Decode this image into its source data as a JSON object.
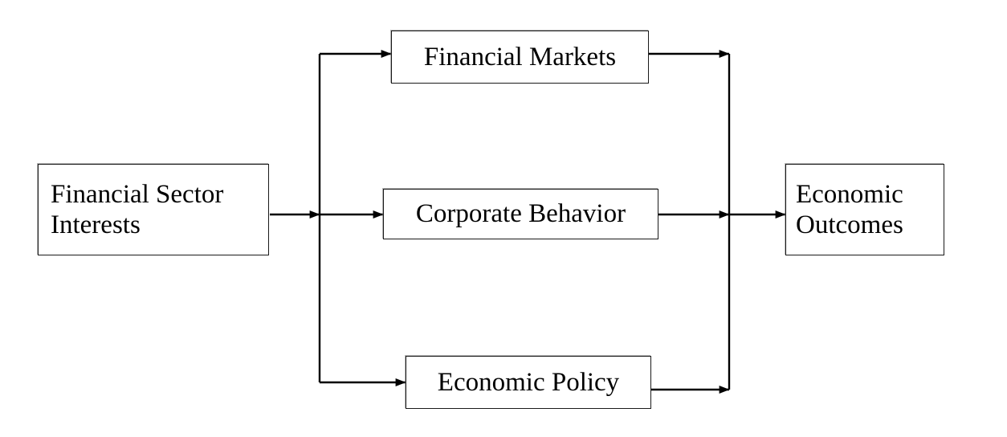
{
  "diagram": {
    "type": "flow-diagram",
    "background_color": "#ffffff",
    "line_color": "#000000",
    "box_border_color": "#1a1a1a",
    "box_fill_color": "#ffffff",
    "text_color": "#000000",
    "nodes": [
      {
        "id": "financial-sector-interests",
        "label": "Financial Sector\nInterests",
        "role": "source",
        "column": "left",
        "text_align": "left",
        "lines": [
          "Financial Sector",
          "Interests"
        ]
      },
      {
        "id": "financial-markets",
        "label": "Financial Markets",
        "role": "channel",
        "column": "middle",
        "text_align": "center",
        "lines": [
          "Financial Markets"
        ]
      },
      {
        "id": "corporate-behavior",
        "label": "Corporate Behavior",
        "role": "channel",
        "column": "middle",
        "text_align": "center",
        "lines": [
          "Corporate Behavior"
        ]
      },
      {
        "id": "economic-policy",
        "label": "Economic Policy",
        "role": "channel",
        "column": "middle",
        "text_align": "center",
        "lines": [
          "Economic Policy"
        ]
      },
      {
        "id": "economic-outcomes",
        "label": "Economic\nOutcomes",
        "role": "sink",
        "column": "right",
        "text_align": "left",
        "lines": [
          "Economic",
          "Outcomes"
        ]
      }
    ],
    "edges": [
      {
        "from": "financial-sector-interests",
        "to": "left-bus",
        "arrow": true
      },
      {
        "from": "left-bus",
        "to": "financial-markets",
        "arrow": true
      },
      {
        "from": "left-bus",
        "to": "corporate-behavior",
        "arrow": true
      },
      {
        "from": "left-bus",
        "to": "economic-policy",
        "arrow": true
      },
      {
        "from": "financial-markets",
        "to": "right-bus",
        "arrow": true
      },
      {
        "from": "corporate-behavior",
        "to": "right-bus",
        "arrow": true
      },
      {
        "from": "economic-policy",
        "to": "right-bus",
        "arrow": true
      },
      {
        "from": "right-bus",
        "to": "economic-outcomes",
        "arrow": true
      }
    ]
  }
}
